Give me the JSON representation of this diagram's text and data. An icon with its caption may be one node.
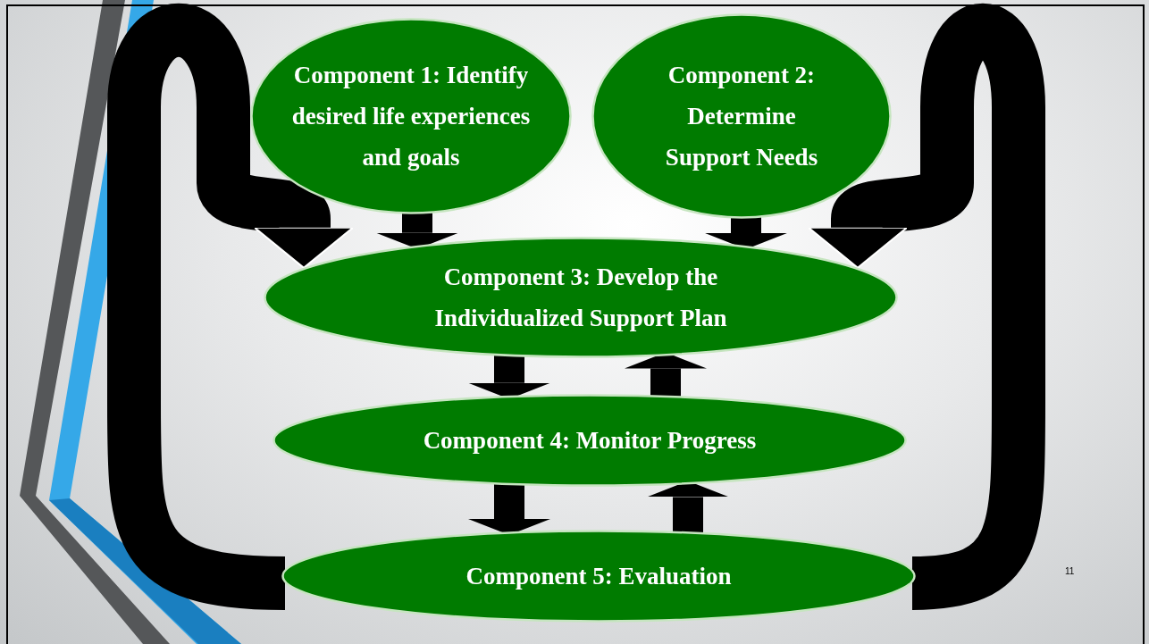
{
  "diagram": {
    "nodes": [
      {
        "text": [
          "Component 1: Identify desired life experiences and goals"
        ]
      },
      {
        "text": [
          "Component 2: Determine Support Needs"
        ]
      },
      {
        "text": [
          "Component 3: Develop the Individualized Support Plan"
        ]
      },
      {
        "text": [
          "Component 4: Monitor Progress"
        ]
      },
      {
        "text": [
          "Component 5: Evaluation"
        ]
      }
    ],
    "edges": [
      {
        "from": 0,
        "to": 2,
        "arrow": "to"
      },
      {
        "from": 1,
        "to": 2,
        "arrow": "to"
      },
      {
        "from": 2,
        "to": 3,
        "arrow": "to"
      },
      {
        "from": 3,
        "to": 2,
        "arrow": "to"
      },
      {
        "from": 3,
        "to": 4,
        "arrow": "to"
      },
      {
        "from": 4,
        "to": 3,
        "arrow": "to"
      },
      {
        "from": 4,
        "to": 2,
        "arrow": "to"
      },
      {
        "from": 4,
        "to": 2,
        "arrow": "to"
      }
    ],
    "labels": [
      "11"
    ]
  }
}
